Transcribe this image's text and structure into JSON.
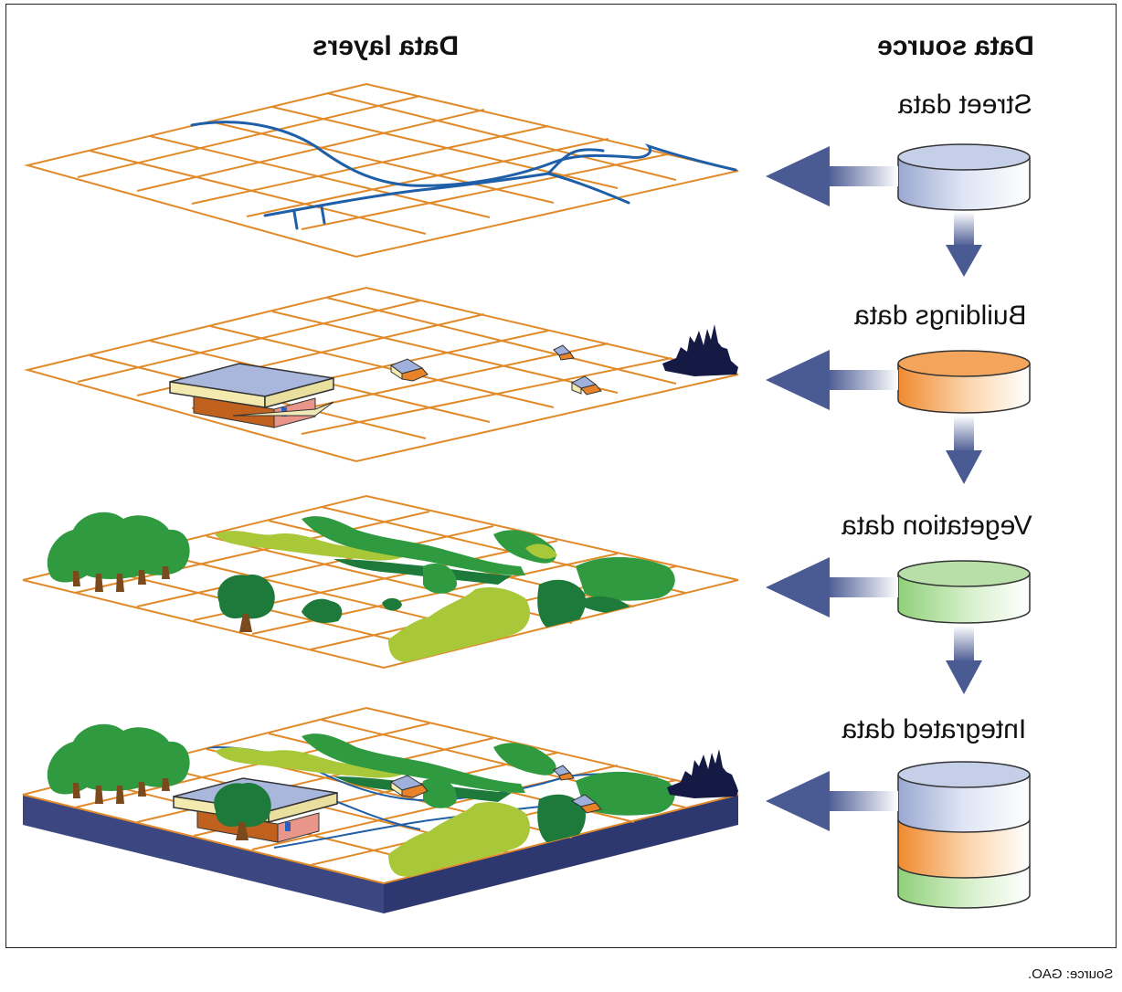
{
  "headers": {
    "data_layers": "Data layers",
    "data_source": "Data source"
  },
  "sources": [
    {
      "label": "Street data",
      "color": "#c5cfe8"
    },
    {
      "label": "Buildings data",
      "color": "#f4a55c"
    },
    {
      "label": "Vegetation data",
      "color": "#b8dfa8"
    },
    {
      "label": "Integrated data",
      "color": "#c5cfe8"
    }
  ],
  "footer": {
    "source": "Source: GAO."
  },
  "colors": {
    "grid": "#e08a2a",
    "arrow": "#4a5a92",
    "street": "#1f5fa8",
    "tree_dark": "#1e7a3a",
    "tree_mid": "#2f9a3f",
    "veg_light": "#a8c83a",
    "slab": "#3c4680",
    "skyline": "#141a44"
  },
  "icons": [
    "database-icon",
    "left-arrow-icon",
    "down-arrow-icon",
    "house-icon",
    "tree-icon",
    "city-skyline-icon"
  ]
}
